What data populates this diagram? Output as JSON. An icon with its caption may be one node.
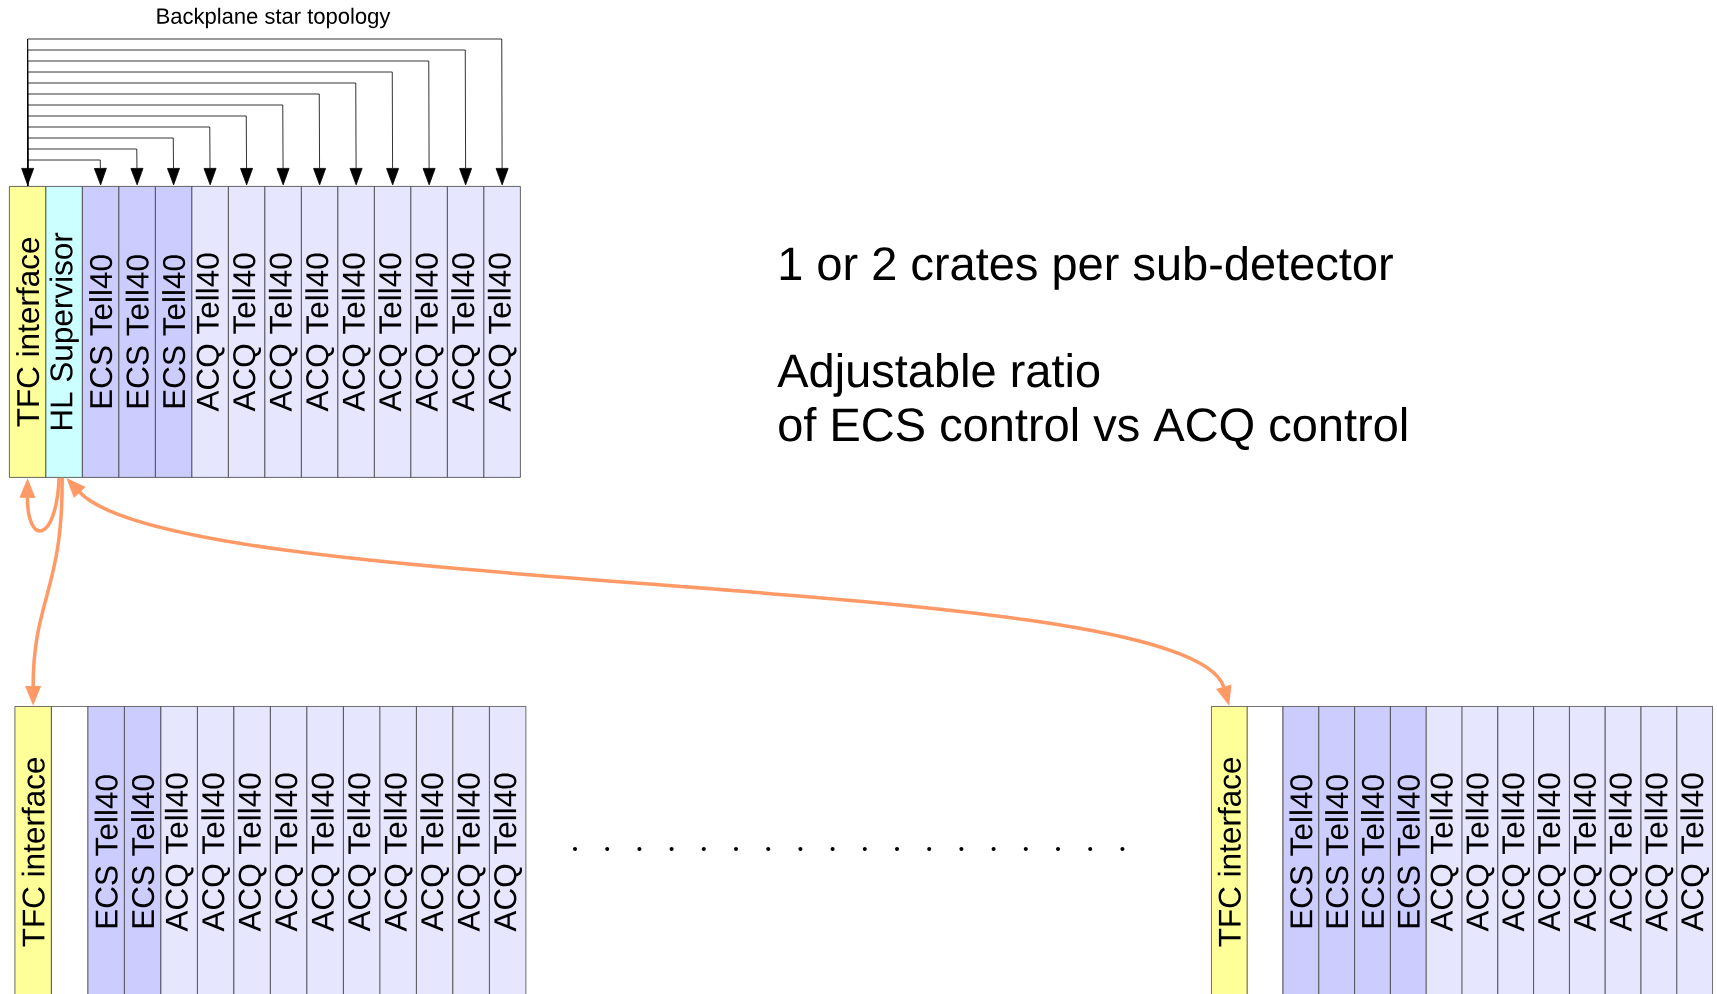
{
  "diagram": {
    "nodes": [
      {
        "text": [
          "TFC interface"
        ]
      },
      {
        "text": [
          "HL Supervisor"
        ]
      },
      {
        "text": [
          "ECS Tell40"
        ]
      },
      {
        "text": [
          "ECS Tell40"
        ]
      },
      {
        "text": [
          "ECS Tell40"
        ]
      },
      {
        "text": [
          "ACQ Tell40"
        ]
      },
      {
        "text": [
          "ACQ Tell40"
        ]
      },
      {
        "text": [
          "ACQ Tell40"
        ]
      },
      {
        "text": [
          "ACQ Tell40"
        ]
      },
      {
        "text": [
          "ACQ Tell40"
        ]
      },
      {
        "text": [
          "ACQ Tell40"
        ]
      },
      {
        "text": [
          "ACQ Tell40"
        ]
      },
      {
        "text": [
          "ACQ Tell40"
        ]
      },
      {
        "text": [
          "ACQ Tell40"
        ]
      },
      {
        "text": [
          "TFC interface"
        ]
      },
      {
        "text": [],
        "shape": "box"
      },
      {
        "text": [
          "ECS Tell40"
        ]
      },
      {
        "text": [
          "ECS Tell40"
        ]
      },
      {
        "text": [
          "ACQ Tell40"
        ]
      },
      {
        "text": [
          "ACQ Tell40"
        ]
      },
      {
        "text": [
          "ACQ Tell40"
        ]
      },
      {
        "text": [
          "ACQ Tell40"
        ]
      },
      {
        "text": [
          "ACQ Tell40"
        ]
      },
      {
        "text": [
          "ACQ Tell40"
        ]
      },
      {
        "text": [
          "ACQ Tell40"
        ]
      },
      {
        "text": [
          "ACQ Tell40"
        ]
      },
      {
        "text": [
          "ACQ Tell40"
        ]
      },
      {
        "text": [
          "ACQ Tell40"
        ]
      },
      {
        "text": [
          "TFC interface"
        ]
      },
      {
        "text": [],
        "shape": "box"
      },
      {
        "text": [
          "ECS Tell40"
        ]
      },
      {
        "text": [
          "ECS Tell40"
        ]
      },
      {
        "text": [
          "ECS Tell40"
        ]
      },
      {
        "text": [
          "ECS Tell40"
        ]
      },
      {
        "text": [
          "ACQ Tell40"
        ]
      },
      {
        "text": [
          "ACQ Tell40"
        ]
      },
      {
        "text": [
          "ACQ Tell40"
        ]
      },
      {
        "text": [
          "ACQ Tell40"
        ]
      },
      {
        "text": [
          "ACQ Tell40"
        ]
      },
      {
        "text": [
          "ACQ Tell40"
        ]
      },
      {
        "text": [
          "ACQ Tell40"
        ]
      },
      {
        "text": [
          "ACQ Tell40"
        ]
      }
    ],
    "edges": [
      {
        "from": 0,
        "to": 2,
        "arrow": "to"
      },
      {
        "from": 0,
        "to": 3,
        "arrow": "to"
      },
      {
        "from": 0,
        "to": 4,
        "arrow": "to"
      },
      {
        "from": 0,
        "to": 5,
        "arrow": "to"
      },
      {
        "from": 0,
        "to": 6,
        "arrow": "to"
      },
      {
        "from": 0,
        "to": 7,
        "arrow": "to"
      },
      {
        "from": 0,
        "to": 8,
        "arrow": "to"
      },
      {
        "from": 0,
        "to": 9,
        "arrow": "to"
      },
      {
        "from": 0,
        "to": 10,
        "arrow": "to"
      },
      {
        "from": 0,
        "to": 11,
        "arrow": "to"
      },
      {
        "from": 0,
        "to": 12,
        "arrow": "to"
      },
      {
        "from": 0,
        "to": 13,
        "arrow": "to"
      },
      {
        "from": null,
        "to": 0,
        "arrow": "to"
      },
      {
        "from": 1,
        "to": 0,
        "arrow": "to",
        "style": "thick",
        "color": "#ff9966"
      },
      {
        "from": 1,
        "to": 14,
        "arrow": "to",
        "style": "thick",
        "color": "#ff9966"
      },
      {
        "from": 1,
        "to": 28,
        "arrow": "both",
        "style": "thick",
        "color": "#ff9966"
      }
    ],
    "labels": [
      "Backplane star topology",
      "1 or 2 crates per sub-detector",
      "Adjustable ratio of ECS control vs ACQ control"
    ]
  }
}
